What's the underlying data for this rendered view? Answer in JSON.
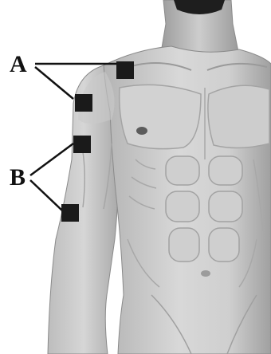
{
  "figure": {
    "labels": {
      "a": "A",
      "b": "B"
    },
    "colors": {
      "background": "#ffffff",
      "skin_light": "#dcdcdc",
      "skin_mid": "#b8b8b8",
      "skin_shadow": "#8c8c8c",
      "outline": "#8a8a8a",
      "marker": "#1a1a1a",
      "leader_line": "#111111",
      "hair": "#1e1e1e",
      "nipple": "#5c5c5c"
    },
    "markers": [
      {
        "id": "marker-a-shoulder-top",
        "group": "A"
      },
      {
        "id": "marker-a-shoulder-side",
        "group": "A"
      },
      {
        "id": "marker-b-upper-arm",
        "group": "B"
      },
      {
        "id": "marker-b-lower-arm",
        "group": "B"
      }
    ]
  }
}
